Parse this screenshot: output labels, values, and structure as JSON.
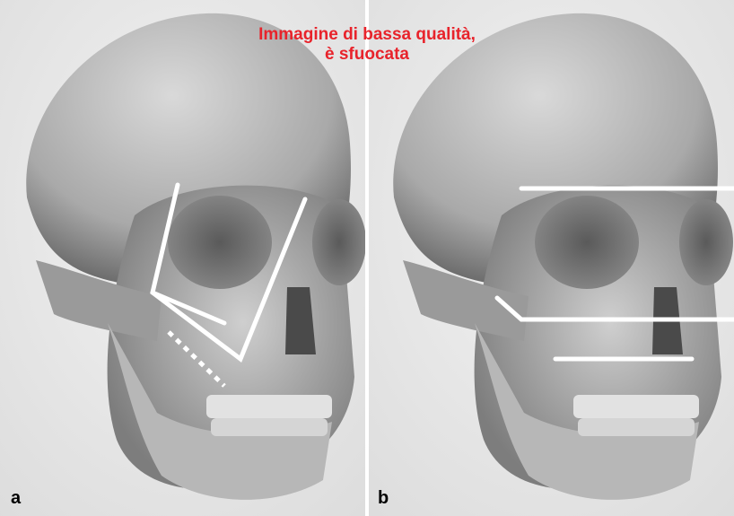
{
  "note": {
    "line1": "Immagine di bassa qualità,",
    "line2": "è sfuocata",
    "color": "#e8232b"
  },
  "panels": [
    {
      "label": "a",
      "description_icon": "skull-icon"
    },
    {
      "label": "b",
      "description_icon": "skull-icon"
    }
  ],
  "colors": {
    "background": "#ececec",
    "skull_light": "#d2d2d2",
    "skull_dark": "#6a6a6a",
    "overlay_lines": "#ffffff"
  }
}
